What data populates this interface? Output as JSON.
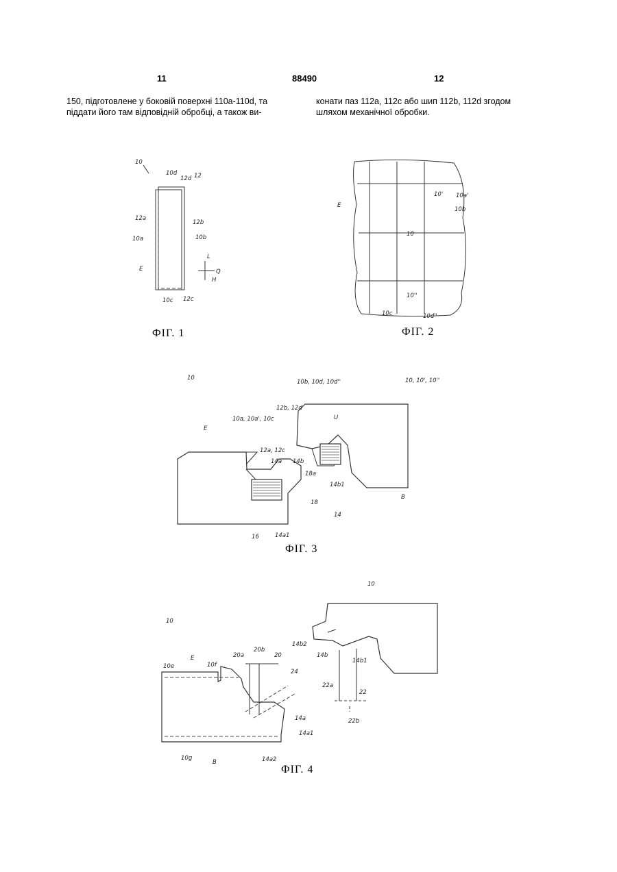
{
  "header": {
    "left_page": "11",
    "patent_number": "88490",
    "right_page": "12"
  },
  "text": {
    "left_column": "150, підготовлене у боковій поверхні 110a-110d, та піддати його там відповідній обробці, а також ви-",
    "right_column": "конати паз 112a, 112c або шип 112b, 112d згодом шляхом механічної обробки."
  },
  "figures": {
    "fig1": {
      "caption": "ФІГ. 1",
      "labels": {
        "ref10": "10",
        "ref10d": "10d",
        "ref12d": "12d",
        "ref12": "12",
        "ref12a": "12a",
        "ref12b": "12b",
        "ref10a": "10a",
        "ref10b": "10b",
        "refE": "E",
        "refL": "L",
        "refQ": "Q",
        "refH": "H",
        "ref10c": "10c",
        "ref12c": "12c"
      }
    },
    "fig2": {
      "caption": "ФІГ. 2",
      "labels": {
        "refE": "E",
        "ref10p": "10'",
        "ref10ap": "10a'",
        "ref10b": "10b",
        "ref10": "10",
        "ref10pp": "10''",
        "ref10c": "10c",
        "ref10dpp": "10d''"
      }
    },
    "fig3": {
      "caption": "ФІГ. 3",
      "labels": {
        "ref10": "10",
        "ref10b10d": "10b, 10d, 10d''",
        "ref10_10p": "10, 10', 10''",
        "ref12b12d": "12b, 12d",
        "ref10a": "10a, 10a', 10c",
        "refE": "E",
        "ref12a12c": "12a, 12c",
        "refU": "U",
        "ref14a": "14a",
        "ref14b": "14b",
        "ref18a": "18a",
        "ref14b1": "14b1",
        "ref18": "18",
        "refB": "B",
        "ref14": "14",
        "ref16": "16",
        "ref14a1": "14a1"
      }
    },
    "fig4": {
      "caption": "ФІГ. 4",
      "labels": {
        "ref10top": "10",
        "ref10": "10",
        "ref14b2": "14b2",
        "ref14b": "14b",
        "ref14b1": "14b1",
        "refE": "E",
        "ref10e": "10e",
        "ref10f": "10f",
        "ref20a": "20a",
        "ref20b": "20b",
        "ref20": "20",
        "ref24": "24",
        "ref22a": "22a",
        "ref22": "22",
        "ref22b": "22b",
        "ref14a": "14a",
        "ref14a1": "14a1",
        "ref14a2": "14a2",
        "ref10g": "10g",
        "refB": "B"
      }
    }
  }
}
